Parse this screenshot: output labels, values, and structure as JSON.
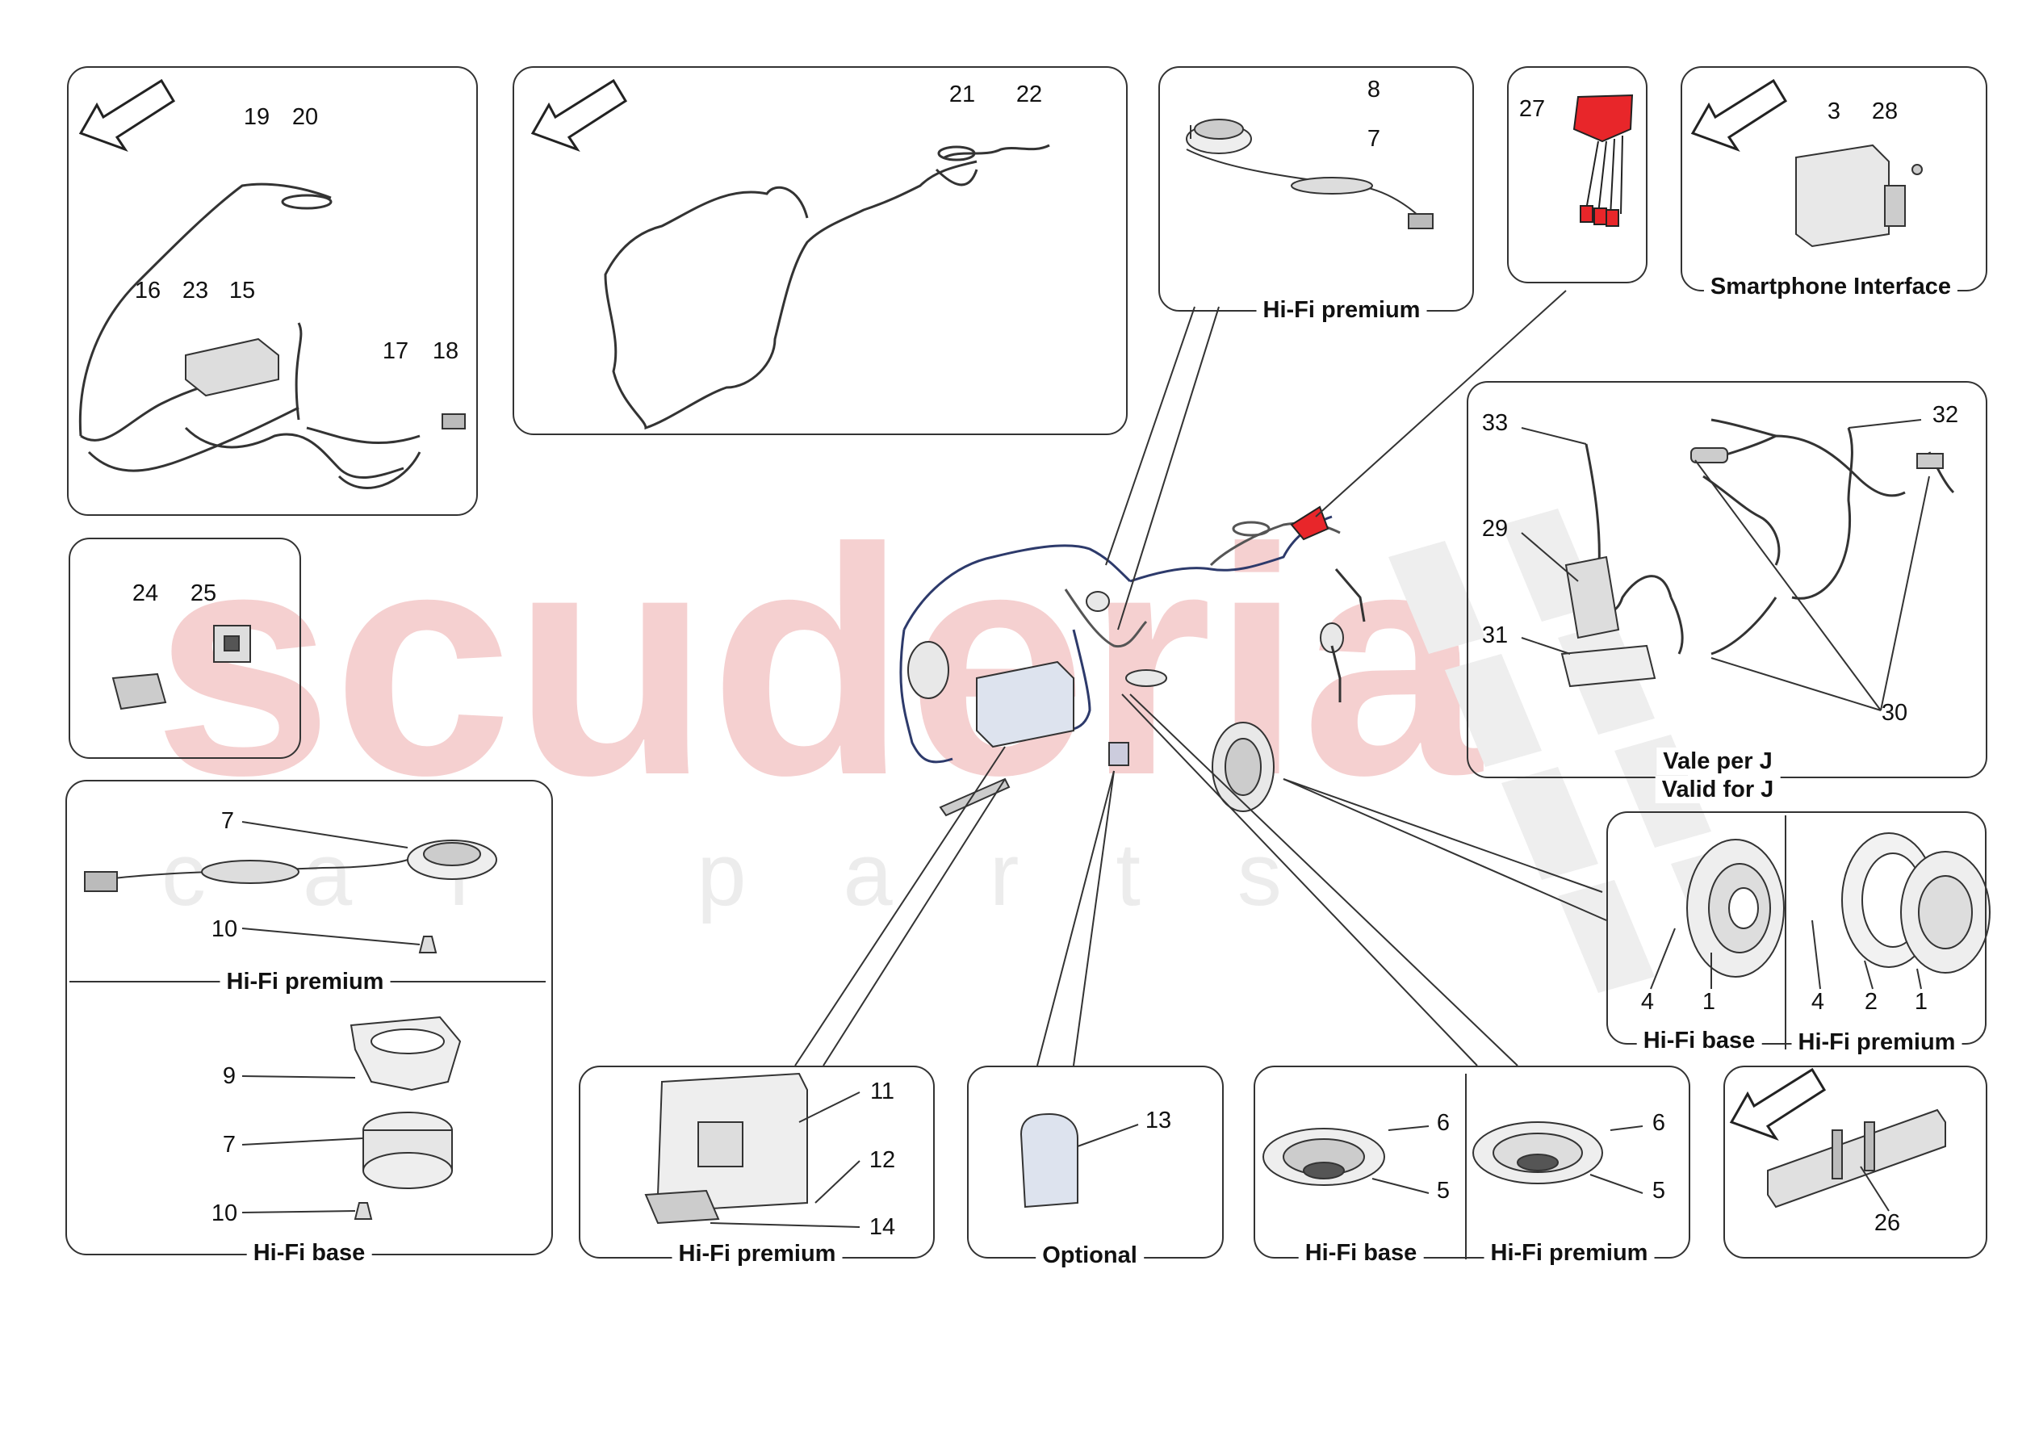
{
  "watermark": {
    "brand": "scuderia",
    "sub": "car parts"
  },
  "panels": {
    "p1": {
      "nums": [
        "19",
        "20",
        "16",
        "23",
        "15",
        "17",
        "18"
      ]
    },
    "p2": {
      "nums": [
        "21",
        "22"
      ]
    },
    "p3": {
      "nums": [
        "8",
        "7"
      ],
      "caption": "Hi-Fi premium"
    },
    "p4": {
      "nums": [
        "27"
      ]
    },
    "p5": {
      "nums": [
        "3",
        "28"
      ],
      "caption": "Smartphone Interface"
    },
    "p6": {
      "nums": [
        "24",
        "25"
      ]
    },
    "p7": {
      "nums": [
        "33",
        "32",
        "29",
        "31",
        "30"
      ],
      "caption_line1": "Vale per J",
      "caption_line2": "Valid for J"
    },
    "p8": {
      "nums": [
        "7",
        "10",
        "9",
        "7",
        "10"
      ],
      "caption_top": "Hi-Fi premium",
      "caption_bottom": "Hi-Fi base"
    },
    "p9": {
      "nums": [
        "4",
        "1",
        "4",
        "2",
        "1"
      ],
      "caption_left": "Hi-Fi base",
      "caption_right": "Hi-Fi premium"
    },
    "p10": {
      "nums": [
        "11",
        "12",
        "14"
      ],
      "caption": "Hi-Fi premium"
    },
    "p11": {
      "nums": [
        "13"
      ],
      "caption": "Optional"
    },
    "p12": {
      "nums": [
        "6",
        "5",
        "6",
        "5"
      ],
      "caption_left": "Hi-Fi base",
      "caption_right": "Hi-Fi premium"
    },
    "p13": {
      "nums": [
        "26"
      ]
    }
  },
  "colors": {
    "antenna": "#e8262a",
    "harness": "#2d3a6b",
    "outline": "#333333",
    "watermark": "#f5d0d0"
  }
}
